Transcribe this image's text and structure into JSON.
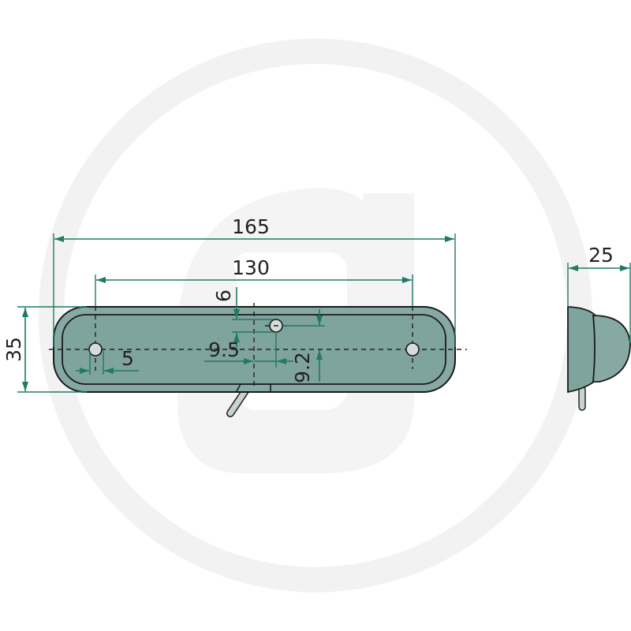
{
  "diagram": {
    "type": "technical-dimension-drawing",
    "subject": "lamp-housing",
    "colors": {
      "dimension": "#1f7a64",
      "body_fill": "#7fa39d",
      "body_fill_light": "#8aaca6",
      "outline": "#1a1a1a",
      "hole_fill": "#d5dcd9",
      "watermark": "#f2f2f2",
      "background": "#ffffff"
    },
    "views": {
      "front": {
        "dimensions": {
          "overall_length": "165",
          "hole_spacing": "130",
          "height": "35",
          "hole_diameter": "5",
          "center_hole_offset_x": "9.5",
          "center_hole_offset_y": "9.2",
          "center_hole_dia_top": "6"
        }
      },
      "side": {
        "dimensions": {
          "depth": "25"
        }
      }
    },
    "watermark": {
      "shape": "circle-with-letter-g"
    }
  }
}
